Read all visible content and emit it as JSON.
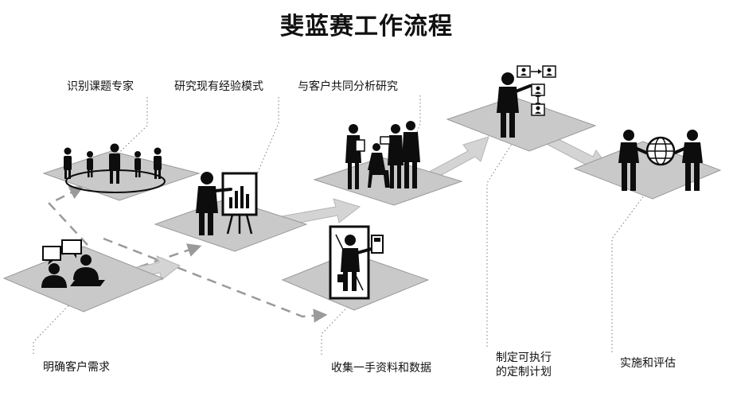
{
  "title": "斐蓝赛工作流程",
  "steps": [
    {
      "id": "s1",
      "label": "明确客户需求"
    },
    {
      "id": "s2",
      "label": "识别课题专家"
    },
    {
      "id": "s3",
      "label": "研究现有经验模式"
    },
    {
      "id": "s4",
      "label": "收集一手资料和数据"
    },
    {
      "id": "s5",
      "label": "与客户共同分析研究"
    },
    {
      "id": "s6",
      "label": "制定可执行的定制计划",
      "lines": [
        "制定可执行",
        "的定制计划"
      ]
    },
    {
      "id": "s7",
      "label": "实施和评估"
    }
  ],
  "colors": {
    "platform_top": "#c9c9c9",
    "platform_stroke": "#9a9a9a",
    "arrow_fill": "#d4d4d4",
    "arrow_stroke": "#b0b0b0",
    "figure": "#0d0d0d",
    "dotted_line": "#7a7a7a",
    "dashed_line": "#9a9a9a"
  }
}
